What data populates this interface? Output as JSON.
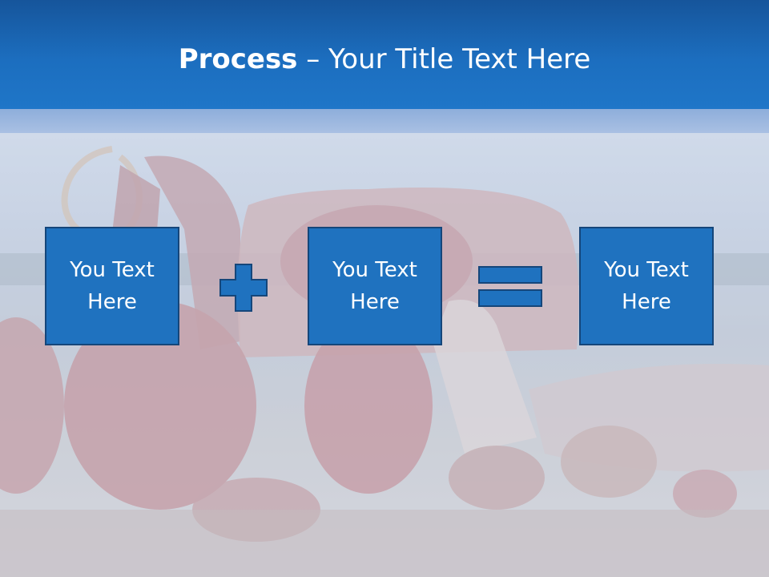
{
  "slide": {
    "title_bold": "Process",
    "title_rest": " – Your Title Text Here",
    "boxes": [
      {
        "text": "You Text\nHere"
      },
      {
        "text": "You Text\nHere"
      },
      {
        "text": "You Text\nHere"
      }
    ],
    "operators": [
      "plus-icon",
      "equals-icon"
    ]
  },
  "colors": {
    "title_band": "#1c6ebf",
    "box_fill": "#1f72bf",
    "box_border": "#15467a",
    "text": "#ffffff"
  }
}
